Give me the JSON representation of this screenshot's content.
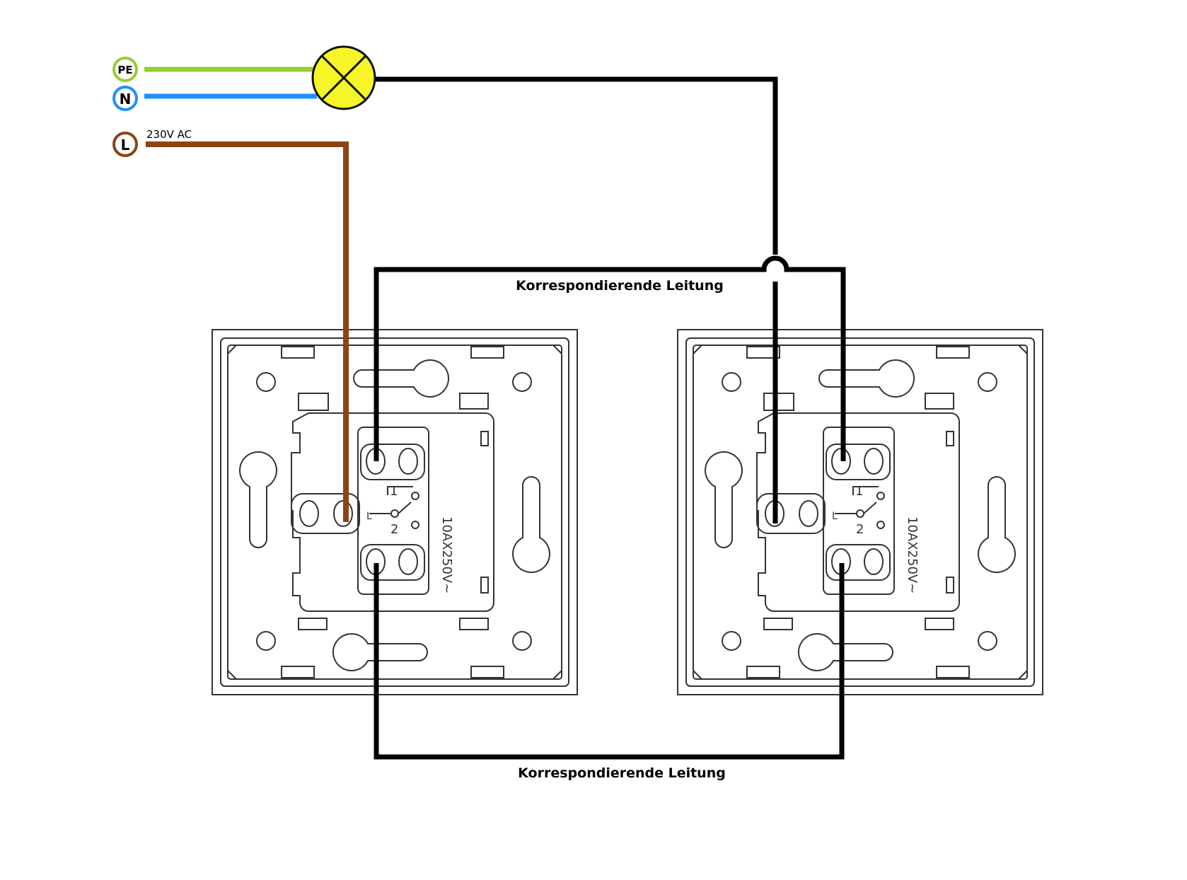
{
  "terminals": {
    "pe": {
      "label": "PE",
      "color": "#9acd32"
    },
    "n": {
      "label": "N",
      "color": "#1e90ff"
    },
    "l": {
      "label": "L",
      "color": "#8b4513"
    }
  },
  "supply_label": "230V AC",
  "lamp": {
    "color": "#f5f528"
  },
  "wires": {
    "pe_color": "#9acd32",
    "n_color": "#1e90ff",
    "l_color": "#8b4513",
    "traveler_color": "#000000"
  },
  "traveler_label_top": "Korrespondierende Leitung",
  "traveler_label_bottom": "Korrespondierende Leitung",
  "switches": [
    {
      "rating": "10AX250V~",
      "pos1": "1",
      "pos2": "2",
      "common": "L"
    },
    {
      "rating": "10AX250V~",
      "pos1": "1",
      "pos2": "2",
      "common": "L"
    }
  ]
}
